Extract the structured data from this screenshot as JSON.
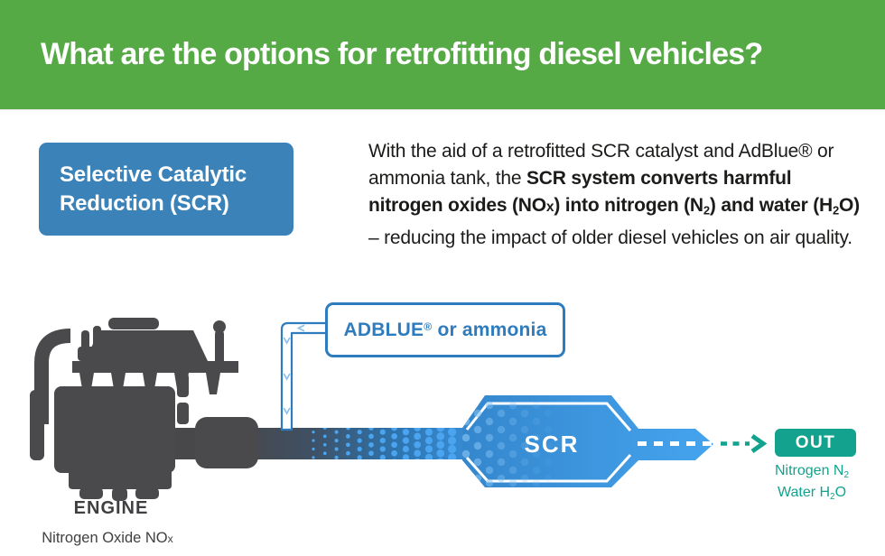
{
  "colors": {
    "header_green": "#56aa45",
    "badge_blue": "#3b82b8",
    "adblue_blue": "#2e7cbd",
    "bright_blue": "#3b93e0",
    "teal": "#13a28d",
    "engine_gray": "#4a4a4c",
    "text_dark": "#1b1b19"
  },
  "header": {
    "title": "What are the options for retrofitting diesel vehicles?"
  },
  "badge": {
    "line1": "Selective Catalytic",
    "line2": "Reduction (SCR)"
  },
  "intro": {
    "segments": [
      {
        "t": "With the aid of a retrofitted SCR catalyst and AdBlue® or ammonia tank, the "
      },
      {
        "t": "SCR system converts harmful nitrogen oxides (NO",
        "b": true
      },
      {
        "t": "x",
        "b": true,
        "small": true
      },
      {
        "t": ") into nitrogen (N",
        "b": true
      },
      {
        "t": "2",
        "b": true,
        "sub": true
      },
      {
        "t": ") and water (H",
        "b": true
      },
      {
        "t": "2",
        "b": true,
        "sub": true
      },
      {
        "t": "O)",
        "b": true
      },
      {
        "t": " – reducing the impact of older diesel vehicles on air quality."
      }
    ]
  },
  "diagram": {
    "adblue_label": {
      "segments": [
        {
          "t": "ADBLUE"
        },
        {
          "t": "®",
          "sup": true
        },
        {
          "t": " or ammonia"
        }
      ]
    },
    "scr_label": "SCR",
    "out_label": "OUT",
    "engine_label": "ENGINE",
    "engine_sublabel": {
      "segments": [
        {
          "t": "Nitrogen Oxide NO"
        },
        {
          "t": "x",
          "small": true
        }
      ]
    },
    "out_sublabel": {
      "line1": {
        "segments": [
          {
            "t": "Nitrogen N"
          },
          {
            "t": "2",
            "sub": true
          }
        ]
      },
      "line2": {
        "segments": [
          {
            "t": "Water H"
          },
          {
            "t": "2",
            "sub": true
          },
          {
            "t": "O"
          }
        ]
      }
    }
  }
}
